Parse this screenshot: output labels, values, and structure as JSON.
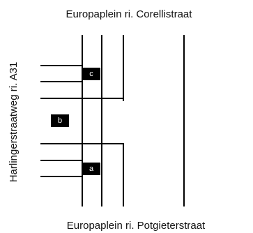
{
  "labels": {
    "top": "Europaplein ri. Corellistraat",
    "bottom": "Europaplein ri. Potgieterstraat",
    "left": "Harlingerstraatweg ri. A31"
  },
  "markers": {
    "a": "a",
    "b": "b",
    "c": "c"
  },
  "colors": {
    "line": "#000000",
    "background": "#ffffff",
    "marker_bg": "#000000",
    "marker_text": "#ffffff"
  }
}
